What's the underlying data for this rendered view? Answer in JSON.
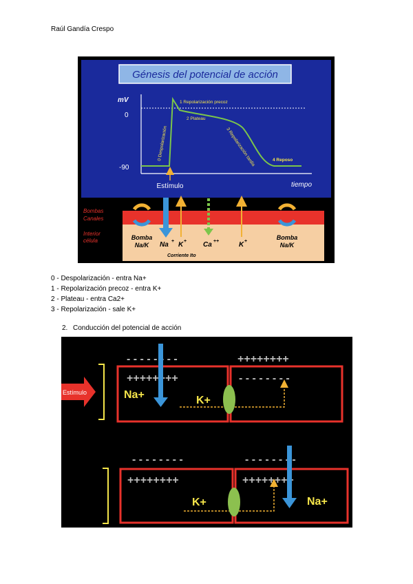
{
  "author": "Raúl Gandía Crespo",
  "figure1": {
    "title": "Génesis del potencial de acción",
    "y_unit": "mV",
    "y_ticks": [
      "0",
      "-90"
    ],
    "x_label": "tiempo",
    "stimulus_label": "Estímulo",
    "phases": {
      "p0": "0 Despolarización",
      "p1": "1 Repolarización precoz",
      "p2": "2 Plateau",
      "p3": "3 Repolarización tardía",
      "p4": "4 Reposo"
    },
    "membrane_labels": {
      "bombas": "Bombas",
      "canales": "Canales",
      "interior1": "Interior",
      "interior2": "célula"
    },
    "ions": {
      "na": "Na",
      "k1": "K",
      "ca": "Ca",
      "k2": "K",
      "plus": "+",
      "plusplus": "++"
    },
    "bomba_left": [
      "Bomba",
      "Na/K"
    ],
    "bomba_right": [
      "Bomba",
      "Na/K"
    ],
    "corriente": "Corriente Ito",
    "colors": {
      "background": "#000000",
      "panel": "#1a2a9c",
      "title_bg": "#8fb6e6",
      "membrane": "#e8322b",
      "cytoplasm": "#f6cfa3",
      "curve": "#7cc64a"
    }
  },
  "legend": [
    "0 - Despolarización - entra Na+",
    "1 - Repolarización precoz - entra K+",
    "2 - Plateau - entra Ca2+",
    "3 - Repolarización - sale K+"
  ],
  "section": {
    "number": "2.",
    "title": "Conducción del potencial de acción"
  },
  "figure2": {
    "stimulus": "Estímulo",
    "charges": {
      "neg": "- - - - - - - -",
      "pos": "++++++++"
    },
    "na": "Na+",
    "k": "K+",
    "colors": {
      "background": "#000000",
      "cell_border": "#e8322b",
      "arrow": "#3b95d9",
      "channel": "#8cc04f",
      "dashed": "#f2b133",
      "bracket": "#f6e64a"
    }
  }
}
